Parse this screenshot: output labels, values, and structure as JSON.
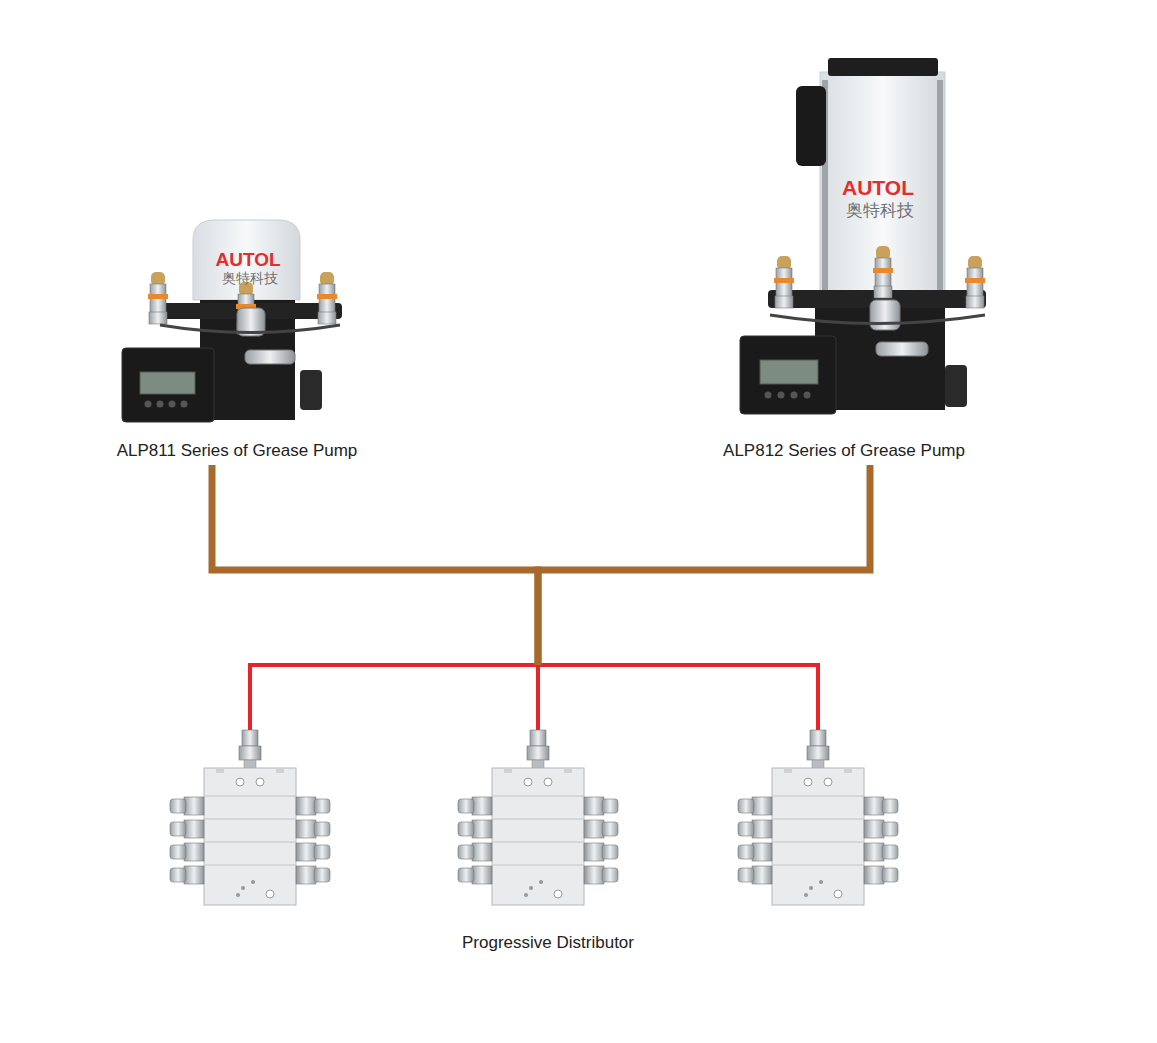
{
  "diagram": {
    "nodes": [
      {
        "text": [
          "AUTOL",
          "奥特科技",
          "ALP811 Series of Grease Pump"
        ]
      },
      {
        "text": [
          "AUTOL",
          "奥特科技",
          "ALP812 Series of Grease Pump"
        ]
      },
      {
        "text": [
          "Progressive Distributor"
        ]
      }
    ],
    "edges": [
      {
        "from": 0,
        "to": 2,
        "arrow": "none"
      },
      {
        "from": 1,
        "to": 2,
        "arrow": "none"
      }
    ]
  }
}
